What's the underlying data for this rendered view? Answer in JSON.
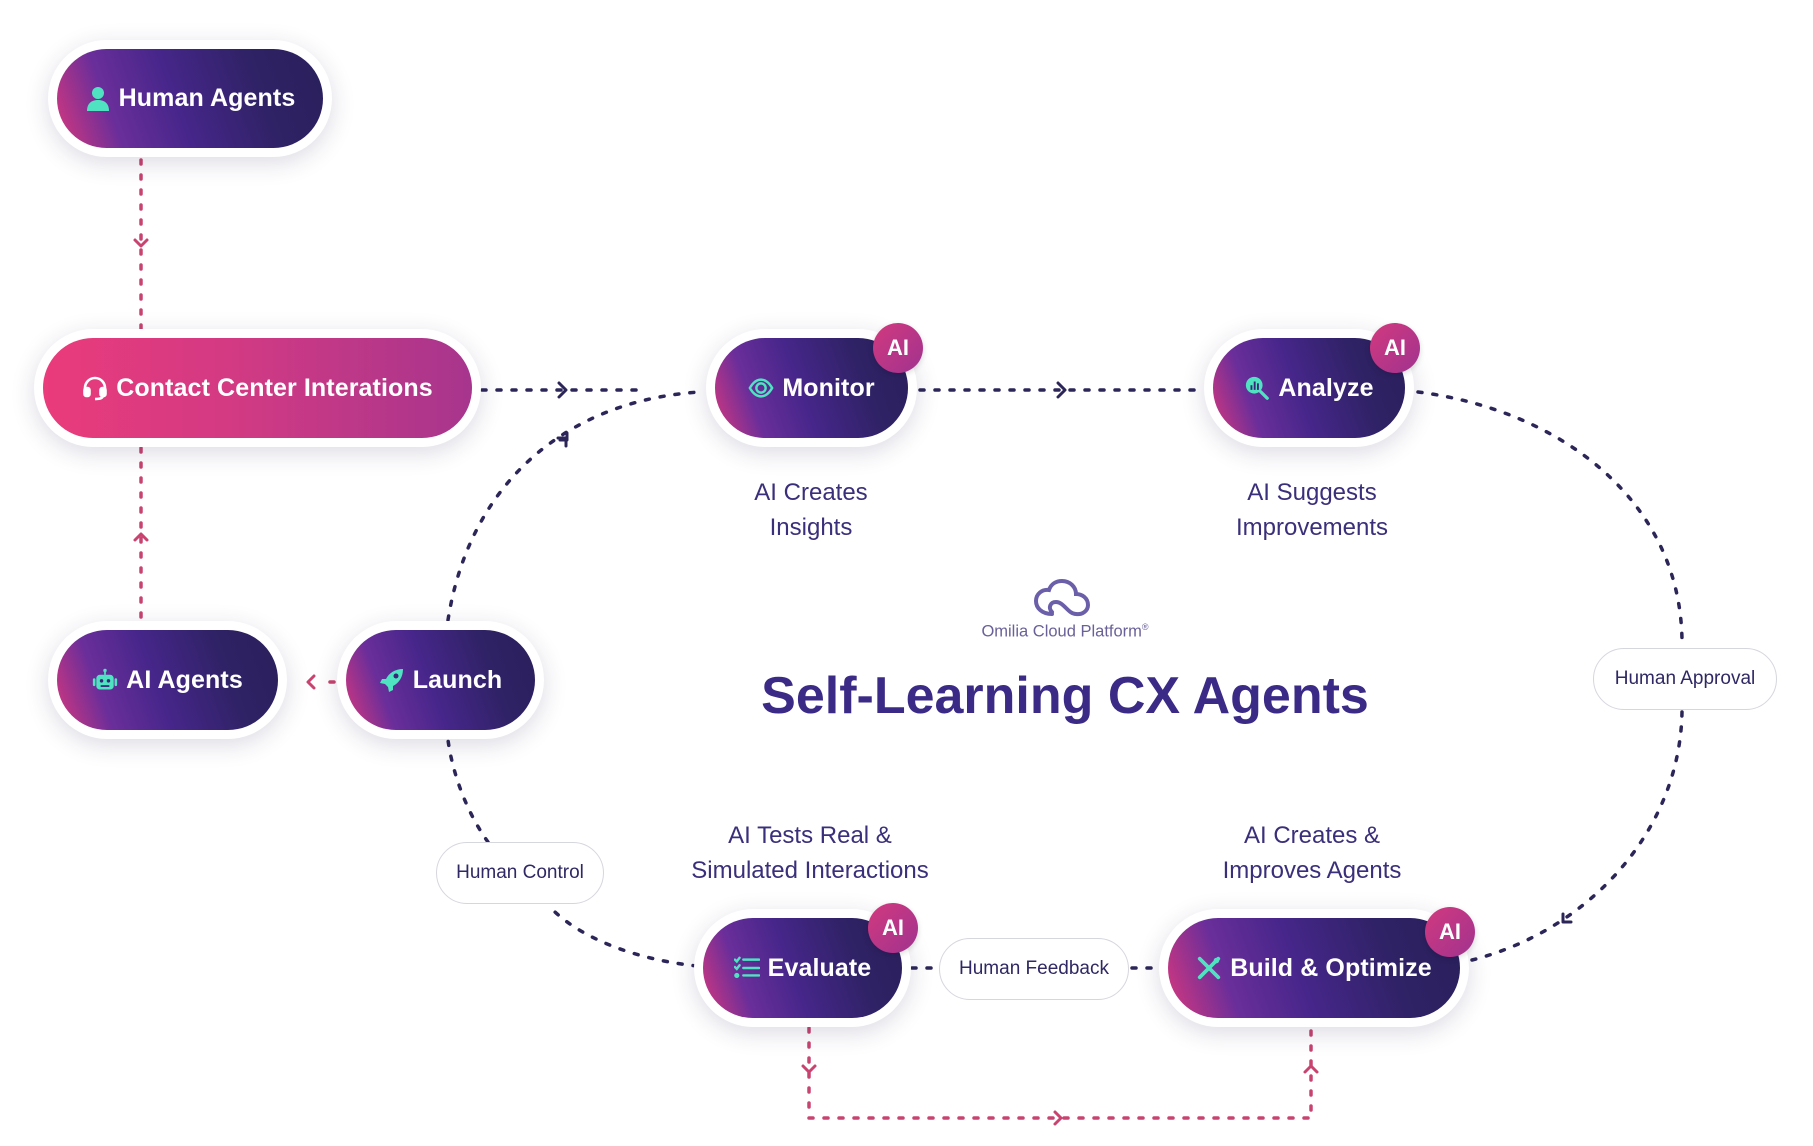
{
  "diagram": {
    "title": "Self-Learning CX Agents",
    "brand": {
      "name": "Omilia Cloud Platform",
      "mark": "®",
      "icon": "cloud-icon"
    },
    "nodes": {
      "human_agents": {
        "label": "Human Agents",
        "icon": "person-icon"
      },
      "contact_center": {
        "label": "Contact Center Interations",
        "icon": "headset-icon"
      },
      "ai_agents": {
        "label": "AI Agents",
        "icon": "robot-icon"
      },
      "launch": {
        "label": "Launch",
        "icon": "rocket-icon"
      },
      "monitor": {
        "label": "Monitor",
        "icon": "eye-icon",
        "badge": "AI"
      },
      "analyze": {
        "label": "Analyze",
        "icon": "magnify-chart-icon",
        "badge": "AI"
      },
      "evaluate": {
        "label": "Evaluate",
        "icon": "checklist-icon",
        "badge": "AI"
      },
      "build": {
        "label": "Build & Optimize",
        "icon": "tools-icon",
        "badge": "AI"
      }
    },
    "captions": {
      "monitor": "AI Creates\nInsights",
      "analyze": "AI Suggests\nImprovements",
      "evaluate": "AI Tests Real &\nSimulated Interactions",
      "build": "AI Creates &\nImproves Agents"
    },
    "tags": {
      "human_approval": "Human Approval",
      "human_feedback": "Human Feedback",
      "human_control": "Human Control"
    },
    "colors": {
      "pill_dark": "#2a1f5c",
      "pill_purple": "#46268a",
      "pill_pink": "#ea3b7b",
      "icon_teal": "#4fe3c1",
      "loop_line": "#2b2558",
      "human_line": "#c8436f",
      "title": "#3b2a86"
    }
  }
}
